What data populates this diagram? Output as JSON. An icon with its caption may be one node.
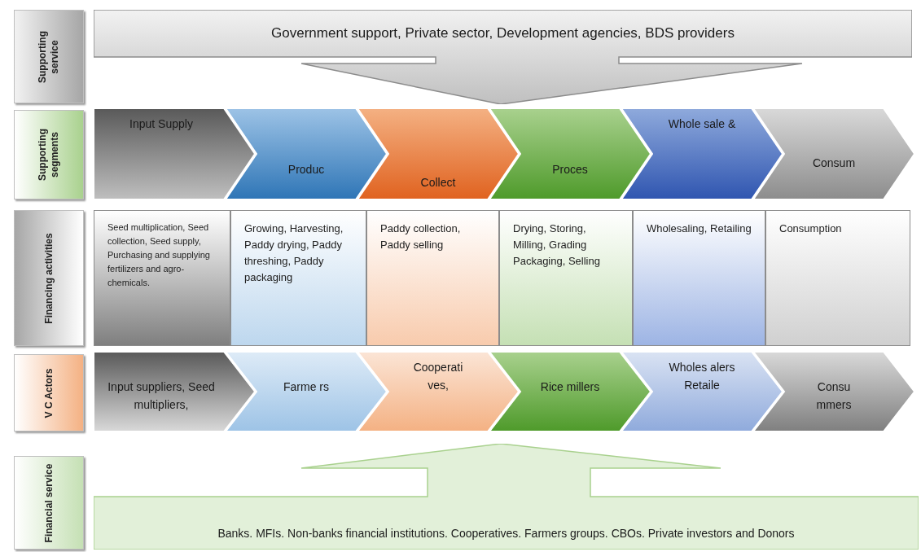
{
  "diagram": {
    "nodes": [
      {
        "text": [
          "Supporting service"
        ]
      },
      {
        "text": [
          "Supporting segments"
        ]
      },
      {
        "text": [
          "Financing activities"
        ]
      },
      {
        "text": [
          "V C Actors"
        ]
      },
      {
        "text": [
          "Financial service"
        ]
      },
      {
        "text": [
          "Government support, Private sector, Development agencies, BDS providers"
        ]
      },
      {
        "text": [
          "Input Supply"
        ]
      },
      {
        "text": [
          "Produc"
        ]
      },
      {
        "text": [
          "Collect"
        ]
      },
      {
        "text": [
          "Proces"
        ]
      },
      {
        "text": [
          "Whole sale &"
        ]
      },
      {
        "text": [
          "Consum"
        ]
      },
      {
        "text": [
          "Seed multiplication, Seed collection, Seed supply, Purchasing and supplying fertilizers and agro-chemicals."
        ]
      },
      {
        "text": [
          "Growing, Harvesting, Paddy drying, Paddy threshing, Paddy packaging"
        ]
      },
      {
        "text": [
          "Paddy collection, Paddy selling"
        ]
      },
      {
        "text": [
          "Drying, Storing, Milling, Grading Packaging, Selling"
        ]
      },
      {
        "text": [
          "Wholesaling, Retailing"
        ]
      },
      {
        "text": [
          "Consumption"
        ]
      },
      {
        "text": [
          "Input suppliers, Seed multipliers,"
        ]
      },
      {
        "text": [
          "Farme rs"
        ]
      },
      {
        "text": [
          "Cooperati ves,"
        ]
      },
      {
        "text": [
          "Rice millers"
        ]
      },
      {
        "text": [
          "Wholes alers Retaile"
        ]
      },
      {
        "text": [
          "Consu mmers"
        ]
      },
      {
        "text": [
          "Banks. MFIs. Non-banks financial institutions. Cooperatives. Farmers groups. CBOs. Private investors and Donors"
        ]
      }
    ]
  }
}
